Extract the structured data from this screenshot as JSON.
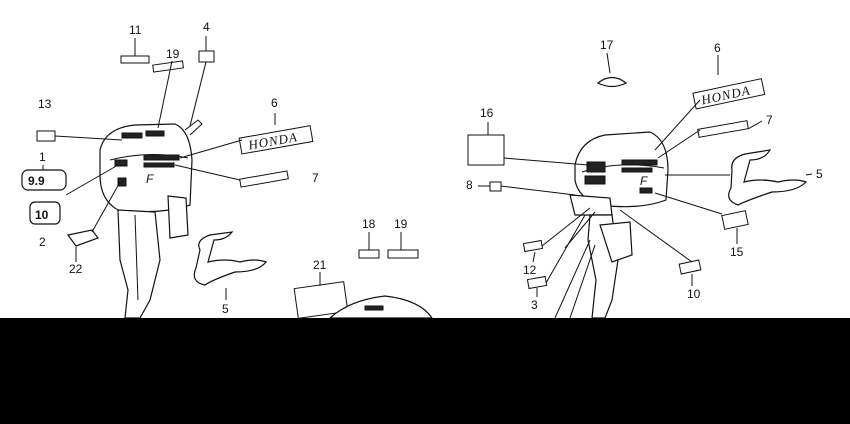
{
  "diagram": {
    "callouts_left": [
      "11",
      "19",
      "4",
      "13",
      "6",
      "1",
      "7",
      "2",
      "22",
      "5"
    ],
    "callouts_center": [
      "18",
      "19",
      "21"
    ],
    "callouts_right": [
      "17",
      "6",
      "16",
      "7",
      "8",
      "5",
      "15",
      "12",
      "3",
      "10"
    ],
    "honda_logo_text": "HONDA",
    "badge_9_9": "9.9",
    "badge_10": "10"
  }
}
